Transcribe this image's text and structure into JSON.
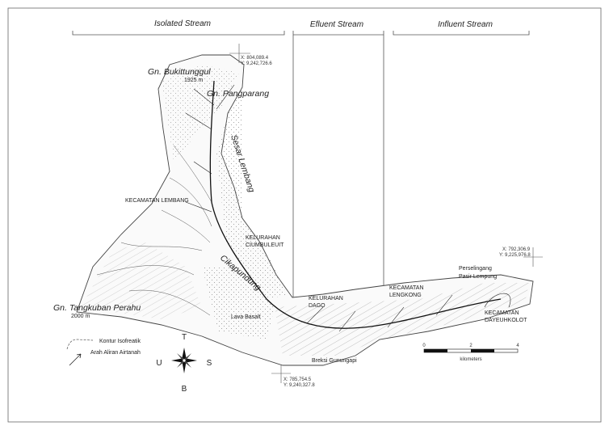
{
  "header": {
    "zones": [
      "Isolated Stream",
      "Efluent Stream",
      "Influent Stream"
    ]
  },
  "peaks": [
    {
      "name": "Gn. Bukittunggul",
      "elevation": "1925 m"
    },
    {
      "name": "Gn. Pangparang"
    },
    {
      "name": "Gn. Tangkuban Perahu",
      "elevation": "2000 m"
    }
  ],
  "features": {
    "fault": "Sesar Lembang",
    "river": "Cikapundung"
  },
  "places": {
    "kec_lembang": "KECAMATAN LEMBANG",
    "kel_ciumbuleuit_1": "KELURAHAN",
    "kel_ciumbuleuit_2": "CIUMBULEUIT",
    "kel_dago_1": "KELURAHAN",
    "kel_dago_2": "DAGO",
    "kec_lengkong_1": "KECAMATAN",
    "kec_lengkong_2": "LENGKONG",
    "kec_dayeuhkolot_1": "KECAMATAN",
    "kec_dayeuhkolot_2": "DAYEUHKOLOT",
    "perselingang_1": "Perselingang",
    "perselingang_2": "Pasir Lempung",
    "lava_basalt": "Lava Basalt",
    "breksi": "Breksi Gunungapi"
  },
  "coordinates": [
    {
      "x": "X: 804,089.4",
      "y": "Y: 9,242,726.6"
    },
    {
      "x": "X: 792,306.9",
      "y": "Y: 9,225,976.8"
    },
    {
      "x": "X: 785,754.5",
      "y": "Y: 9,240,327.8"
    }
  ],
  "legend": {
    "contour": "Kontur Isofreatik",
    "flow": "Arah Aliran Airtanah"
  },
  "compass": {
    "north": "T",
    "south": "B",
    "west": "U",
    "east": "S"
  },
  "scale": {
    "ticks": [
      "0",
      "2",
      "4"
    ],
    "unit": "kilometers"
  }
}
